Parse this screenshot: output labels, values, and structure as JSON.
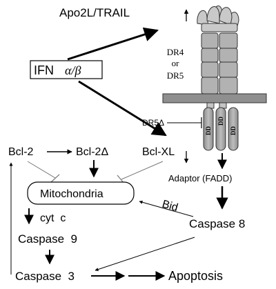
{
  "labels": {
    "apo2l_trail": "Apo2L/TRAIL",
    "ifn": "IFN",
    "ifn_greek": "α/β",
    "dr4": "DR4",
    "or": "or",
    "dr5": "DR5",
    "dr5_delta": "DR5Δ",
    "dd": "DD",
    "bcl2": "Bcl-2",
    "bcl2_delta": "Bcl-2Δ",
    "bclxl": "Bcl-XL",
    "mitochondria": "Mitochondria",
    "adaptor": "Adaptor (FADD)",
    "bid": "Bid",
    "cyt_c": "cyt  c",
    "caspase9": "Caspase  9",
    "caspase8": "Caspase  8",
    "caspase3": "Caspase  3",
    "apoptosis": "Apoptosis"
  }
}
